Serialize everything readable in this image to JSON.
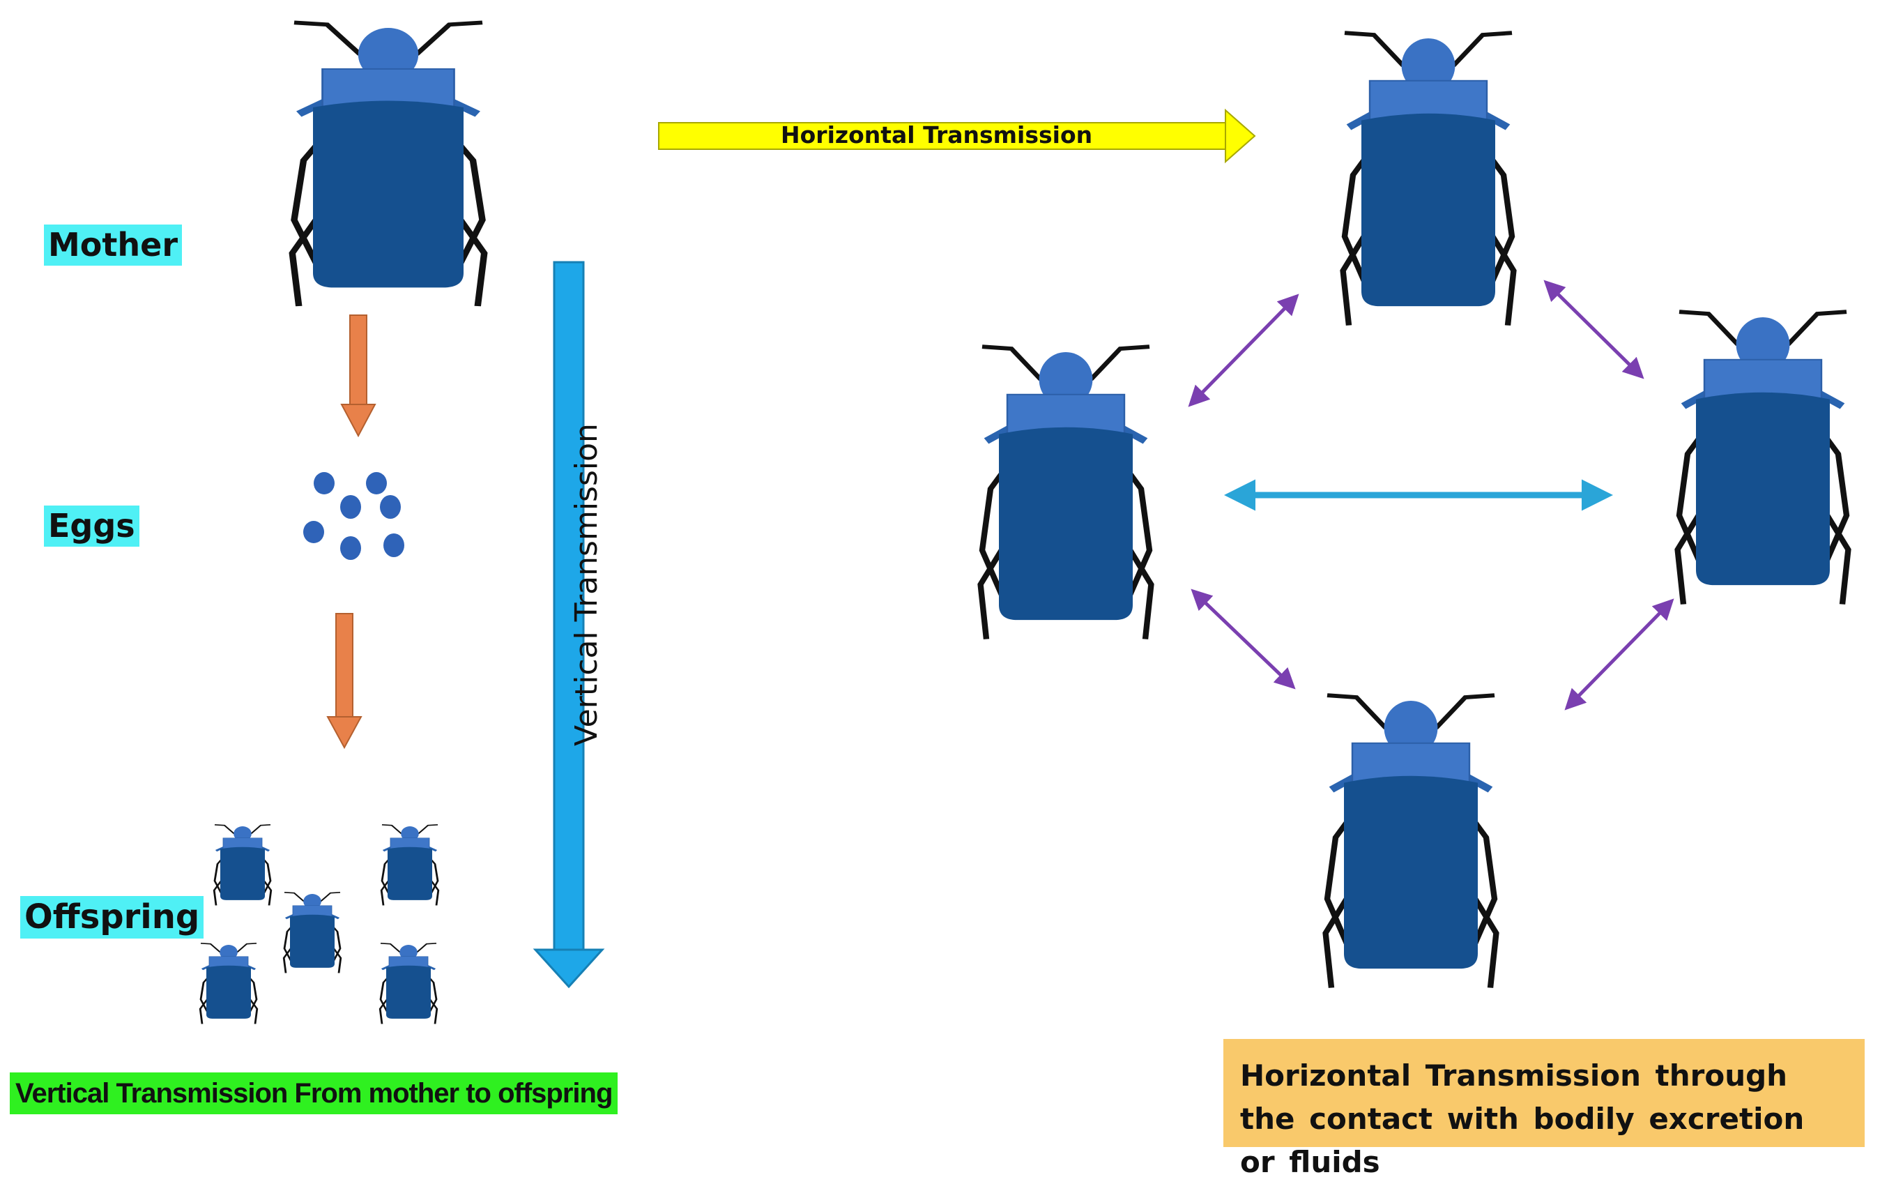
{
  "labels": {
    "mother": "Mother",
    "eggs": "Eggs",
    "offspring": "Offspring"
  },
  "arrows": {
    "horizontal": "Horizontal Transmission",
    "vertical": "Vertical Transmission"
  },
  "captions": {
    "vertical": "Vertical Transmission From mother to offspring",
    "horizontal": "Horizontal Transmission through the contact with bodily excretion or fluids"
  },
  "colors": {
    "beetle_body": "#15508f",
    "beetle_head": "#3a72c4",
    "label_highlight": "#4ff0f5",
    "vertical_caption_bg": "#2ff020",
    "horizontal_caption_bg": "#f9c96b",
    "horizontal_arrow": "#ffff00",
    "vertical_arrow": "#1ea7e8",
    "step_arrow": "#e8814a",
    "contact_arrow_diagonal": "#7a3fb0",
    "contact_arrow_center": "#2aa5d8",
    "egg": "#2f63b8"
  },
  "icons": [
    "beetle-icon",
    "egg-icon",
    "arrow-icon"
  ]
}
